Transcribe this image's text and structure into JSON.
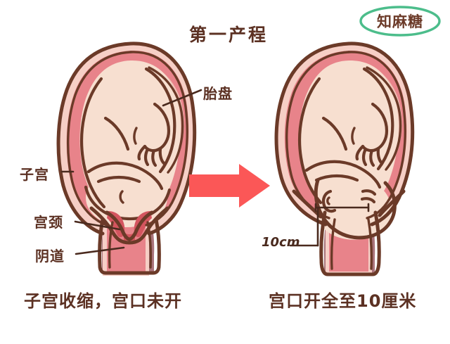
{
  "page": {
    "background_color": "#ffffff",
    "title": "第一产程",
    "title_color": "#5c3123"
  },
  "logo": {
    "text": "知麻糖",
    "text_color": "#6b3a28",
    "ring_color": "#4cbd8b",
    "name": "watermark-logo"
  },
  "palette": {
    "outline": "#6b3a28",
    "uterus_wall": "#e8838a",
    "uterus_outer": "#f6cfc6",
    "placenta": "#f0c0b5",
    "fetus_skin": "#f7dfd0",
    "cervix_canal": "#d4555f",
    "vagina": "#a9737a",
    "arrow": "#fb5757",
    "text": "#5c3123"
  },
  "labels": {
    "placenta": "胎盘",
    "uterus": "子宫",
    "cervix": "宫颈",
    "vagina": "阴道",
    "measurement": "10cm"
  },
  "captions": {
    "left": "子宫收缩，宫口未开",
    "right": "宫口开全至10厘米"
  },
  "figures": {
    "left": {
      "name": "uterus-closed-cervix-diagram",
      "description": "子宫收缩，宫口未开"
    },
    "right": {
      "name": "uterus-full-dilation-diagram",
      "description": "宫口开全至10厘米"
    }
  },
  "arrow": {
    "name": "progression-arrow",
    "direction": "right",
    "color": "#fb5757"
  }
}
